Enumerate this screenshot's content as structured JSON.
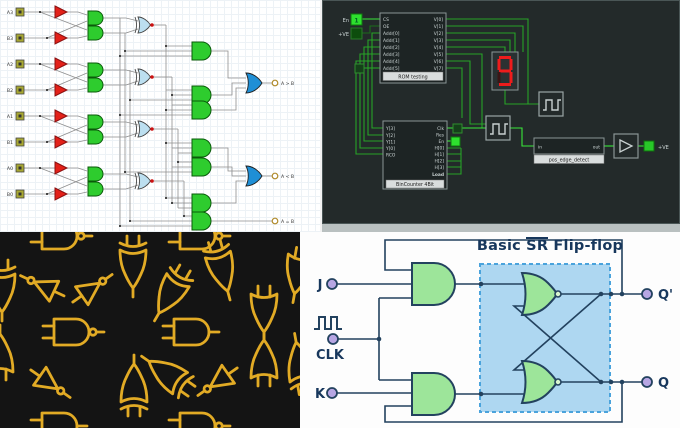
{
  "tl": {
    "inputs": [
      "A3",
      "B3",
      "A2",
      "B2",
      "A1",
      "B1",
      "A0",
      "B0"
    ],
    "outputs": [
      "A > B",
      "A < B",
      "A = B"
    ],
    "colors": {
      "and_gate": "#2ecc2e",
      "inverter": "#e32119",
      "xnor_gate": "#bcdff0",
      "or_gate": "#1f8fd6",
      "wire": "#8f8f8f"
    }
  },
  "tr": {
    "rom": {
      "label": "ROM testing",
      "left_pins": [
        "CS",
        "OE",
        "Addr[0]",
        "Addr[1]",
        "Addr[2]",
        "Addr[3]",
        "Addr[4]",
        "Addr[5]"
      ],
      "right_pins": [
        "V[0]",
        "V[1]",
        "V[2]",
        "V[3]",
        "V[4]",
        "V[5]",
        "V[6]",
        "V[7]"
      ]
    },
    "counter": {
      "label": "BinCounter 4Bit",
      "left_pins": [
        "Y[3]",
        "Y[2]",
        "Y[1]",
        "Y[0]",
        "RCO"
      ],
      "right_pins": [
        "Clk",
        "Res",
        "En",
        "H[0]",
        "H[1]",
        "H[2]",
        "H[3]",
        "Load"
      ]
    },
    "edge_detector": {
      "label": "pos_edge_detect",
      "in_pin": "in",
      "out_pin": "out"
    },
    "probes": {
      "enable_label": "En",
      "supply_label": "+VE",
      "output_label": "+VE",
      "high": "1",
      "low": "0"
    },
    "display": {
      "digit": "9"
    },
    "colors": {
      "bg": "#232a2a",
      "wire": "#27a327",
      "wire_dim": "#1b6e1b",
      "segment_on": "#ee1c1c"
    }
  },
  "bl": {
    "description": "gold logic-gate pattern wallpaper",
    "gate_color": "#e2ab25",
    "bg": "#141414"
  },
  "br": {
    "title": {
      "prefix": "Basic ",
      "overline": "SR",
      "suffix": " Flip-flop"
    },
    "inputs": [
      "J",
      "CLK",
      "K"
    ],
    "outputs": [
      "Q'",
      "Q"
    ],
    "colors": {
      "gate_fill": "#9de59a",
      "outline": "#23425f",
      "box_fill": "#aed7f1",
      "box_border": "#4aa3dc",
      "terminal": "#b7a6e3"
    }
  }
}
